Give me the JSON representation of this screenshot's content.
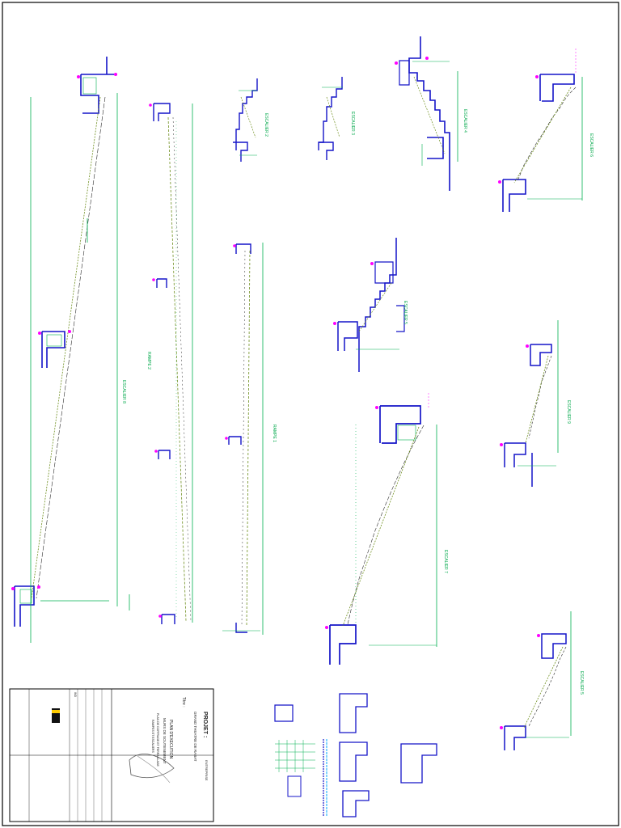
{
  "colors": {
    "concrete": "#1414c8",
    "steps": "#2c2c2c",
    "rebar": "#6f8f1f",
    "dimension": "#00b050",
    "marker": "#ff00ff",
    "frame": "#000000"
  },
  "labels": {
    "escalier8": "ESCALIER 8",
    "rampe2": "RAMPE 2",
    "rampe1": "RAMPE 1",
    "escalier2": "ESCALIER 2",
    "escalier3": "ESCALIER 3",
    "escalier4": "ESCALIER 4",
    "escalier6": "ESCALIER 6",
    "escalier5": "ESCALIER 5",
    "escalier7": "ESCALIER 7",
    "escalier9": "ESCALIER 9",
    "escalier10": "ESCALIER 5"
  },
  "title_block": {
    "projet": "PROJET :",
    "project_name": "GRAND THEATRE DE RABAT",
    "titre": "Titre :",
    "plan_title": "PLAN D'EXECUTION",
    "subtitle1": "MURS DE SOUTENEMENT",
    "subtitle2": "PLAN DE COFFRAGE ET FERRAILLAGE",
    "subtitle3": "RAMPES ET ESCALIERS",
    "company": "ENTREPRISE",
    "ind": "IND"
  }
}
